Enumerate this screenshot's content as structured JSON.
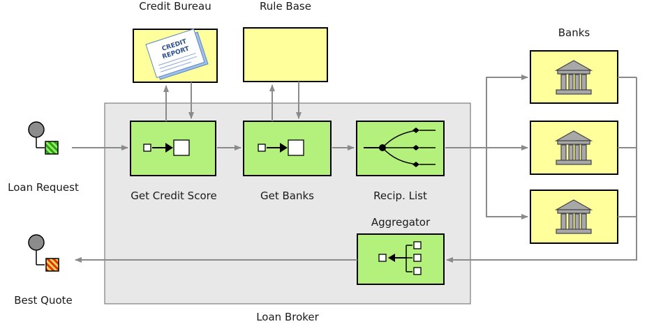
{
  "labels": {
    "credit_bureau": "Credit Bureau",
    "rule_base": "Rule Base",
    "banks": "Banks",
    "loan_request": "Loan Request",
    "get_credit_score": "Get Credit Score",
    "get_banks": "Get Banks",
    "recip_list": "Recip. List",
    "aggregator": "Aggregator",
    "best_quote": "Best Quote",
    "loan_broker": "Loan Broker",
    "credit_report_text": "CREDIT REPORT"
  },
  "colors": {
    "processor_fill": "#b4f07c",
    "resource_fill": "#ffff9c",
    "broker_fill": "#e8e8e8",
    "arrow": "#8a8a8a",
    "request_flag": "#44bb22",
    "quote_flag": "#dd3311"
  },
  "icons": {
    "loan_request": "green-message-icon",
    "best_quote": "red-message-icon",
    "bank": "bank-building-icon",
    "credit_report": "credit-report-document-icon"
  }
}
